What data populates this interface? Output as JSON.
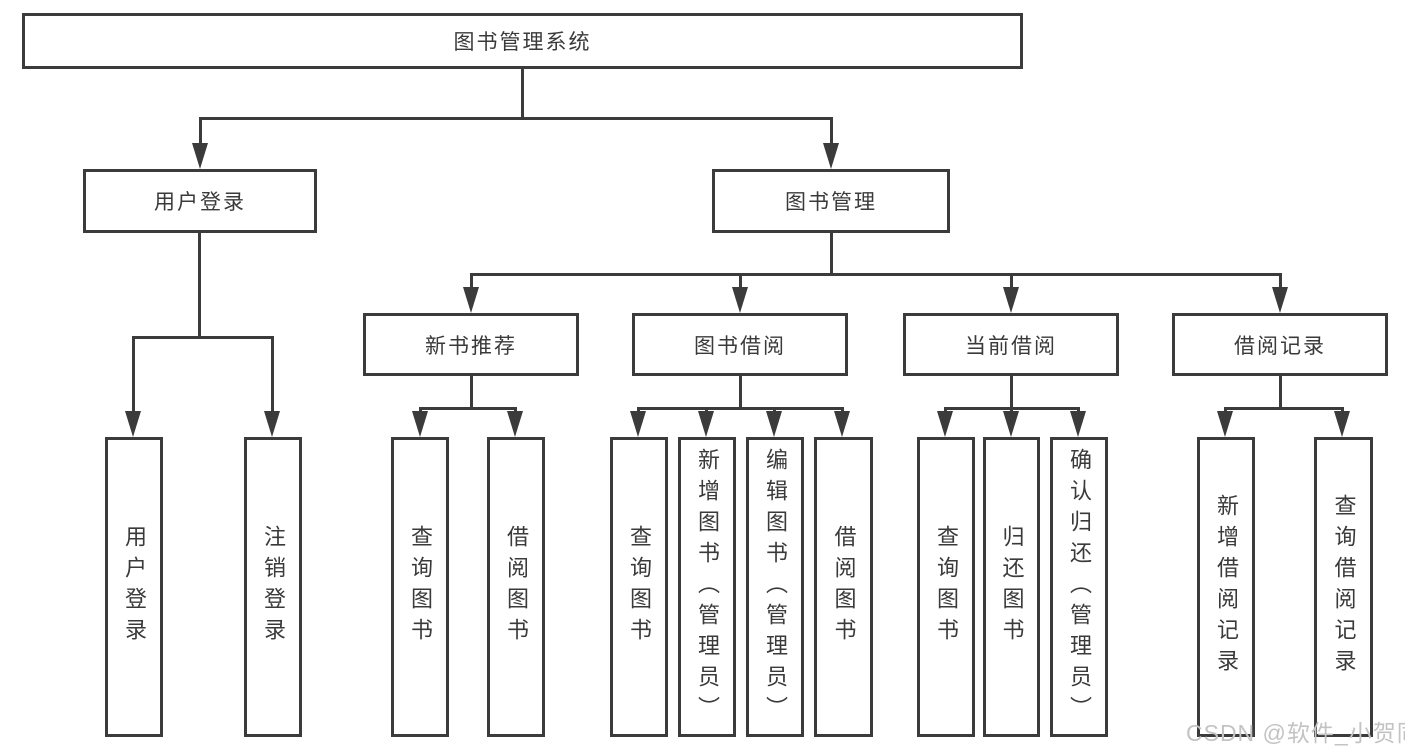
{
  "nodes": {
    "root": "图书管理系统",
    "user_login": "用户登录",
    "book_management": "图书管理",
    "new_book_recommend": "新书推荐",
    "book_borrowing": "图书借阅",
    "current_borrowing": "当前借阅",
    "borrow_records": "借阅记录",
    "leaf_user_login": "用户登录",
    "leaf_logout": "注销登录",
    "leaf_rec_query_books": "查询图书",
    "leaf_rec_borrow_books": "借阅图书",
    "leaf_bb_query_books": "查询图书",
    "leaf_bb_add_books": "新增图书（管理员）",
    "leaf_bb_edit_books": "编辑图书（管理员）",
    "leaf_bb_borrow_books": "借阅图书",
    "leaf_cb_query_books": "查询图书",
    "leaf_cb_return_books": "归还图书",
    "leaf_cb_confirm_return": "确认归还（管理员）",
    "leaf_br_add_record": "新增借阅记录",
    "leaf_br_query_record": "查询借阅记录"
  },
  "hierarchy": {
    "label": "图书管理系统",
    "children": [
      {
        "label": "用户登录",
        "children": [
          {
            "label": "用户登录"
          },
          {
            "label": "注销登录"
          }
        ]
      },
      {
        "label": "图书管理",
        "children": [
          {
            "label": "新书推荐",
            "children": [
              {
                "label": "查询图书"
              },
              {
                "label": "借阅图书"
              }
            ]
          },
          {
            "label": "图书借阅",
            "children": [
              {
                "label": "查询图书"
              },
              {
                "label": "新增图书（管理员）"
              },
              {
                "label": "编辑图书（管理员）"
              },
              {
                "label": "借阅图书"
              }
            ]
          },
          {
            "label": "当前借阅",
            "children": [
              {
                "label": "查询图书"
              },
              {
                "label": "归还图书"
              },
              {
                "label": "确认归还（管理员）"
              }
            ]
          },
          {
            "label": "借阅记录",
            "children": [
              {
                "label": "新增借阅记录"
              },
              {
                "label": "查询借阅记录"
              }
            ]
          }
        ]
      }
    ]
  },
  "watermark": {
    "text": "CSDN @软件_小贺同学"
  },
  "colors": {
    "line": "#3b3b3b",
    "text": "#3a3a3a",
    "box_background": "#ffffff",
    "page_background": "#ffffff",
    "watermark": "#c3c3c3"
  }
}
